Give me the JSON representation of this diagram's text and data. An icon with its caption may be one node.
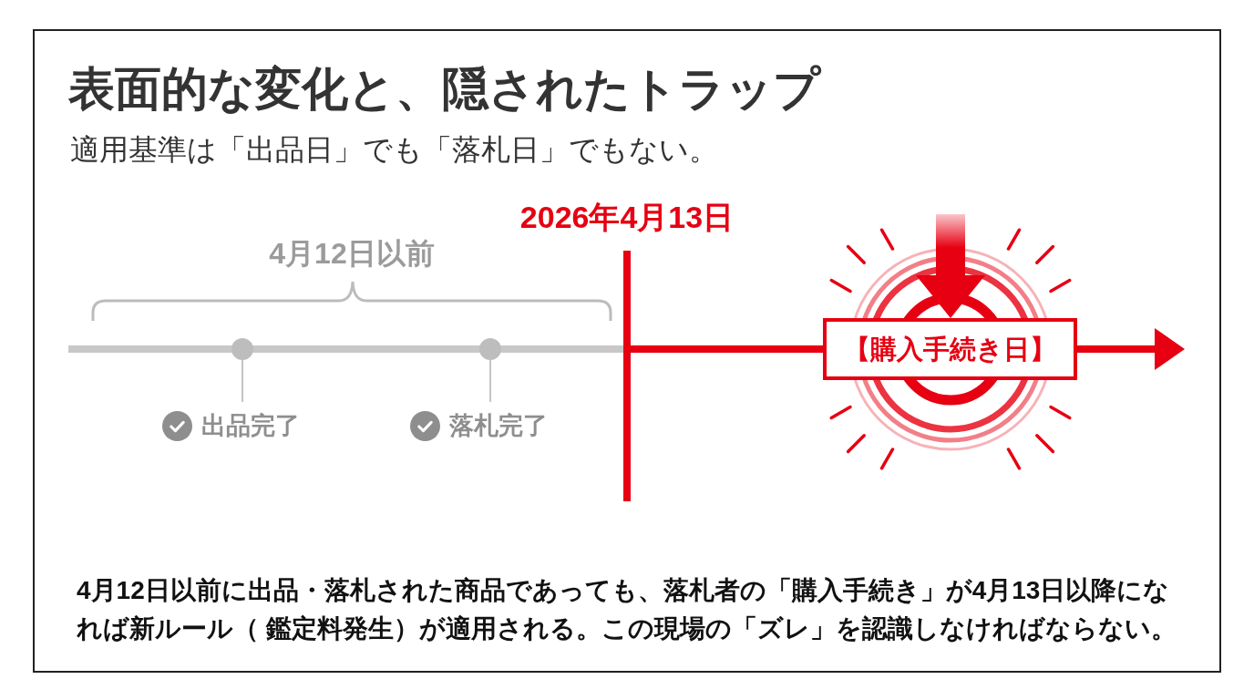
{
  "diagram": {
    "title": "表面的な変化と、隠されたトラップ",
    "nodes": [
      {
        "text": [],
        "shape": "circle"
      },
      {
        "text": [
          "出品完了"
        ]
      },
      {
        "text": [],
        "shape": "circle"
      },
      {
        "text": [
          "落札完了"
        ]
      },
      {
        "text": [
          "【購入手続き日】"
        ]
      },
      {
        "text": [
          "4月12日以前に出品・落札された商品であっても、落札者の「購入手続き」が4月13日以降になれば新ルール（ 鑑定料発生）が適用される。この現場の「ズレ」を認識しなければならない。"
        ]
      }
    ],
    "edges": [
      {
        "from": 1,
        "to": 0,
        "arrow": "none"
      },
      {
        "from": 3,
        "to": 2,
        "arrow": "none"
      },
      {
        "from": null,
        "to": 4,
        "arrow": "to",
        "style": "thick",
        "color": "#e60012"
      },
      {
        "from": 4,
        "to": null,
        "arrow": "to",
        "style": "thick",
        "color": "#e60012"
      }
    ],
    "labels": [
      "適用基準は「出品日」でも「落札日」でもない。",
      "2026年4月13日",
      "4月12日以前"
    ]
  }
}
